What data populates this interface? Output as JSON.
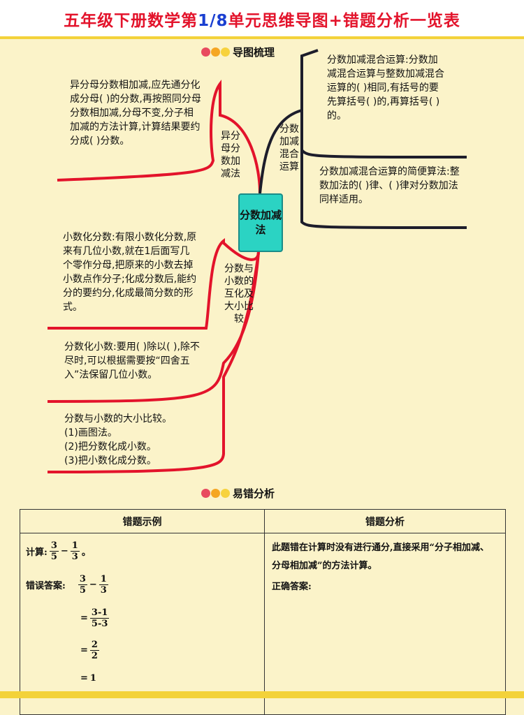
{
  "header": {
    "title_pre": "五年级下册数学第",
    "title_num": "1/8",
    "title_post": "单元思维导图+错题分析一览表"
  },
  "mindmap": {
    "section_title": "导图梳理",
    "center": "分数加减法",
    "branches": {
      "branch_a": "异分母分数加减法",
      "branch_b": "分数加减混合运算",
      "branch_c": "分数与小数的互化及大小比较"
    },
    "leaves": {
      "a1": "异分母分数相加减,应先通分化成分母(        )的分数,再按照同分母分数相加减,分母不变,分子相加减的方法计算,计算结果要约分成(        )分数。",
      "b1": "分数加减混合运算:分数加减混合运算与整数加减混合运算的(            )相同,有括号的要先算括号(        )的,再算括号(        )的。",
      "b2": "分数加减混合运算的简便算法:整数加法的(        )律、(        )律对分数加法同样适用。",
      "c1": "小数化分数:有限小数化分数,原来有几位小数,就在1后面写几个零作分母,把原来的小数去掉小数点作分子;化成分数后,能约分的要约分,化成最简分数的形式。",
      "c2": "分数化小数:要用(        )除以(        ),除不尽时,可以根据需要按“四舍五入”法保留几位小数。",
      "c3_title": "分数与小数的大小比较。",
      "c3_items": [
        "(1)画图法。",
        "(2)把分数化成小数。",
        "(3)把小数化成分数。"
      ]
    }
  },
  "errors": {
    "section_title": "易错分析",
    "col_example": "错题示例",
    "col_analysis": "错题分析",
    "problem_label": "计算:",
    "problem_tail": "。",
    "wrong_label": "错误答案:",
    "fractions": {
      "a": {
        "n": "3",
        "d": "5"
      },
      "b": {
        "n": "1",
        "d": "3"
      },
      "combined": {
        "n": "3-1",
        "d": "5-3"
      },
      "result": {
        "n": "2",
        "d": "2"
      },
      "final": "1"
    },
    "analysis_text": "此题错在计算时没有进行通分,直接采用“分子相加减、分母相加减”的方法计算。",
    "correct_label": "正确答案:"
  },
  "colors": {
    "red_line": "#e3132b",
    "dark_line": "#1d1d2b",
    "center_box": "#2bd3c3",
    "title_red": "#e3132b",
    "title_blue": "#1a3fd1"
  }
}
